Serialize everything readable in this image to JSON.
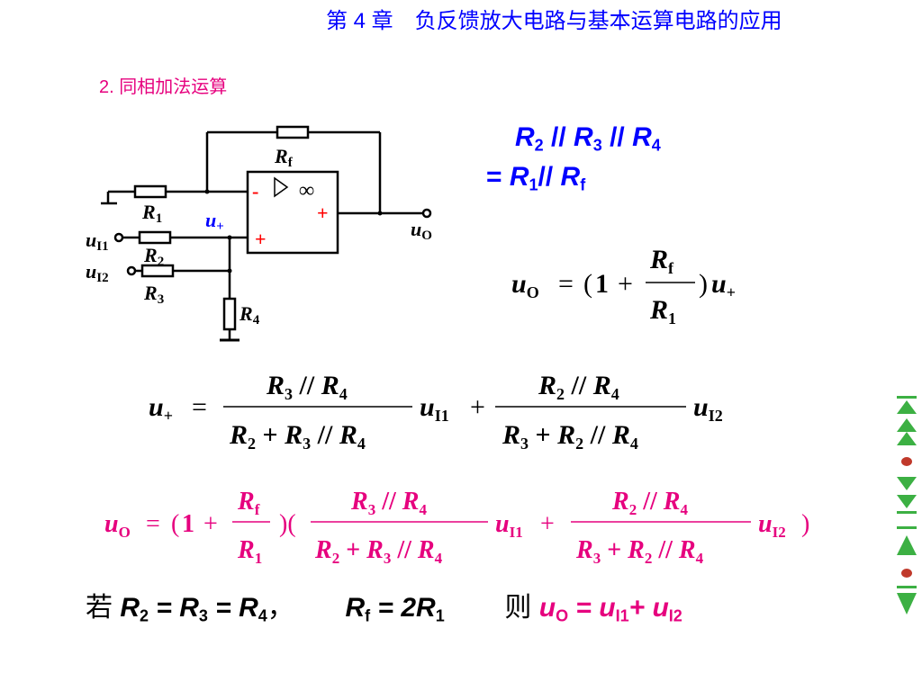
{
  "header": {
    "chapter_title": "第 4 章　负反馈放大电路与基本运算电路的应用",
    "section_title": "2. 同相加法运算"
  },
  "circuit": {
    "resistor_labels": [
      "Rf",
      "R1",
      "R2",
      "R3",
      "R4"
    ],
    "node_label": "u+",
    "inputs": [
      "uI1",
      "uI2"
    ],
    "output": "uO",
    "opamp_symbols": [
      "-",
      "+",
      "∞",
      "+"
    ]
  },
  "balance_condition": {
    "line1": [
      "R",
      "2",
      " // ",
      "R",
      "3",
      " // ",
      "R",
      "4"
    ],
    "line2": [
      "= ",
      "R",
      "1",
      "// ",
      "R",
      "f"
    ]
  },
  "eq_output_gain": "uO = (1 + Rf/R1) u+",
  "eq_u_plus": "u+ = R3//R4 / (R2 + R3//R4) uI1 + R2//R4 / (R3 + R2//R4) uI2",
  "eq_output_full": "uO = (1 + Rf/R1)( R3//R4 / (R2 + R3//R4) uI1 + R2//R4 / (R3 + R2//R4) uI2 )",
  "condition": {
    "prefix": "若",
    "text": "R2 = R3 = R4，  Rf = 2R1",
    "then": "则",
    "result": "uO = uI1 + uI2"
  },
  "colors": {
    "title": "#0000ff",
    "accent": "#e6007e",
    "nav": "#3cb043"
  },
  "nav_icons": [
    "first-slide-icon",
    "previous-section-icon",
    "previous-slide-icon",
    "home-dot-icon",
    "next-slide-icon",
    "next-section-icon",
    "last-slide-icon",
    "return-icon"
  ]
}
